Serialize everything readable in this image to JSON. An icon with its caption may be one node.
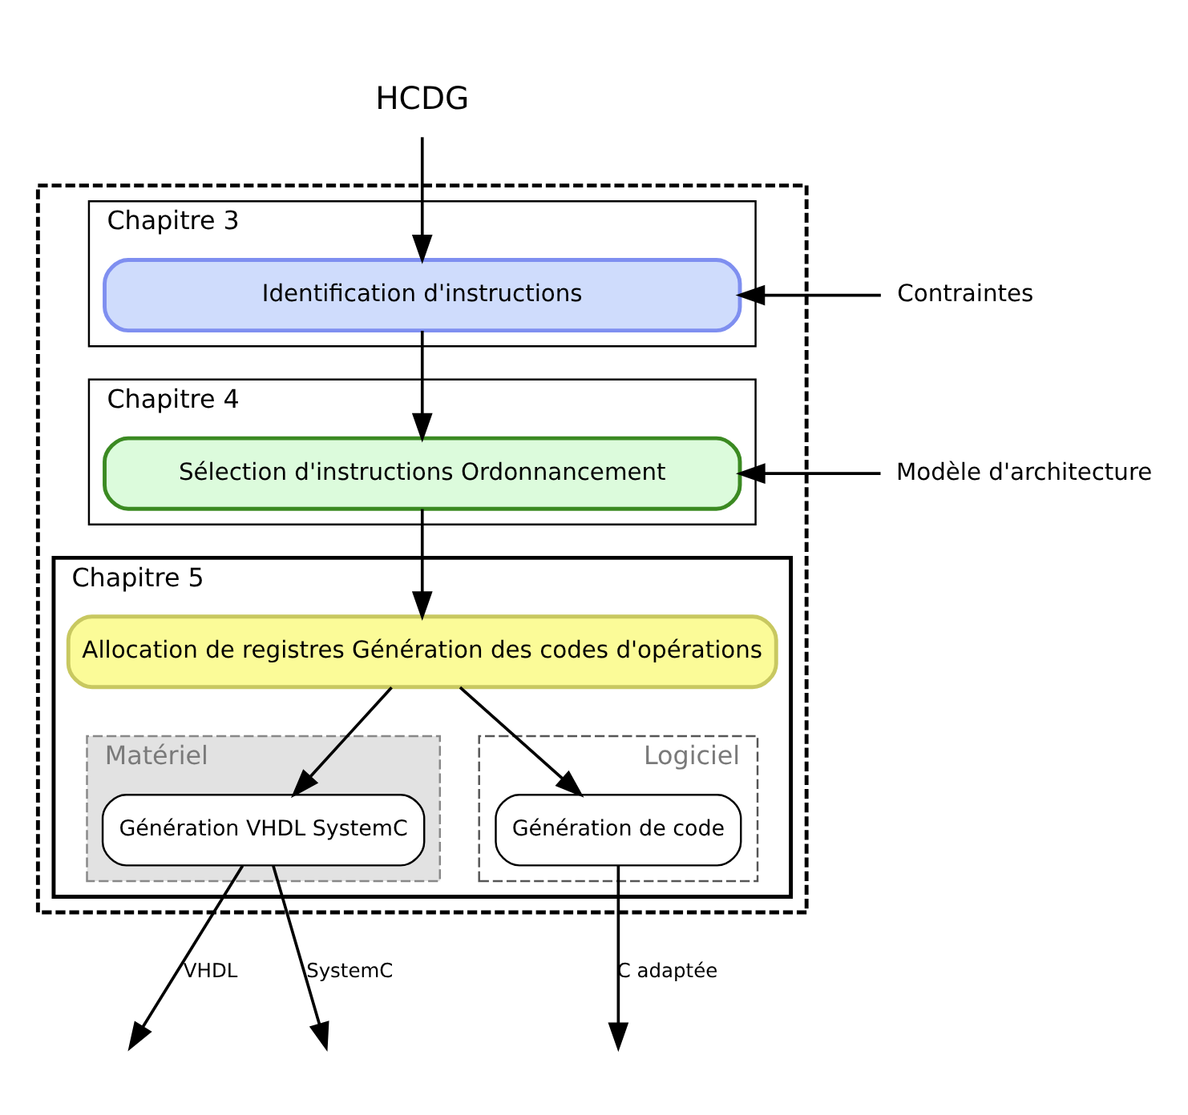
{
  "diagram": {
    "nodes": [
      {
        "text": [
          "HCDG"
        ]
      },
      {
        "text": [],
        "shape": "box"
      },
      {
        "text": [
          "Chapitre 3"
        ],
        "in": 1
      },
      {
        "text": [
          "Identification d'instructions"
        ],
        "in": 2
      },
      {
        "text": [
          "Contraintes"
        ]
      },
      {
        "text": [
          "Chapitre 4"
        ],
        "in": 1
      },
      {
        "text": [
          "Sélection d'instructions Ordonnancement"
        ],
        "in": 5
      },
      {
        "text": [
          "Modèle d'architecture"
        ]
      },
      {
        "text": [
          "Chapitre 5"
        ],
        "in": 1
      },
      {
        "text": [
          "Allocation de registres Génération des codes d'opérations"
        ],
        "in": 8
      },
      {
        "text": [
          "Matériel"
        ],
        "in": 8
      },
      {
        "text": [
          "Génération VHDL SystemC"
        ],
        "in": 10
      },
      {
        "text": [
          "Logiciel"
        ],
        "in": 8
      },
      {
        "text": [
          "Génération de code"
        ],
        "in": 12
      }
    ],
    "edges": [
      {
        "from": 0,
        "to": 3,
        "arrow": "to"
      },
      {
        "from": 4,
        "to": 3,
        "arrow": "to"
      },
      {
        "from": 3,
        "to": 6,
        "arrow": "to"
      },
      {
        "from": 7,
        "to": 6,
        "arrow": "to"
      },
      {
        "from": 6,
        "to": 9,
        "arrow": "to"
      },
      {
        "from": 9,
        "to": 11,
        "arrow": "to"
      },
      {
        "from": 9,
        "to": 13,
        "arrow": "to"
      },
      {
        "from": 11,
        "to": null,
        "arrow": "to",
        "label": "VHDL"
      },
      {
        "from": 11,
        "to": null,
        "arrow": "to",
        "label": "SystemC"
      },
      {
        "from": 13,
        "to": null,
        "arrow": "to",
        "label": "C adaptée"
      }
    ]
  }
}
